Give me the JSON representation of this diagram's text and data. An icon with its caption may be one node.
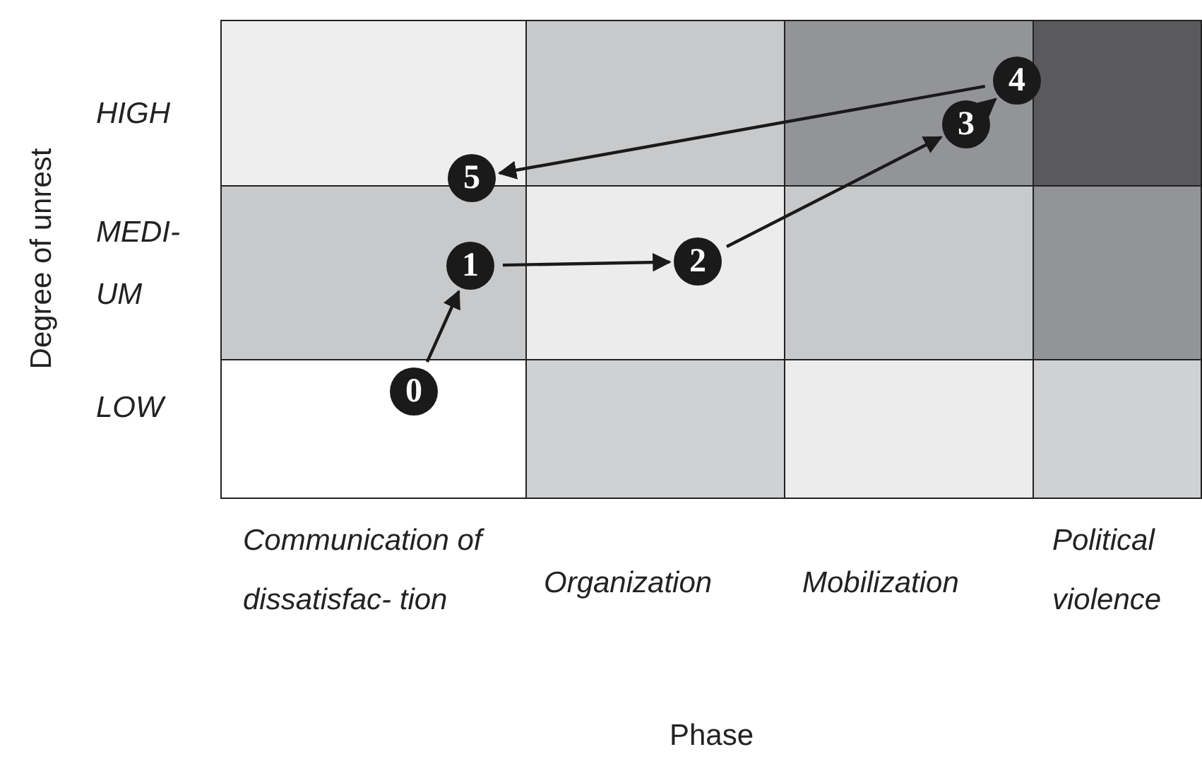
{
  "diagram": {
    "nodes": [
      {
        "text": [
          "0"
        ]
      },
      {
        "text": [
          "1"
        ]
      },
      {
        "text": [
          "2"
        ]
      },
      {
        "text": [
          "3"
        ]
      },
      {
        "text": [
          "4"
        ]
      },
      {
        "text": [
          "5"
        ]
      }
    ],
    "edges": [
      {
        "from": 0,
        "to": 1,
        "arrow": "to"
      },
      {
        "from": 1,
        "to": 2,
        "arrow": "to"
      },
      {
        "from": 2,
        "to": 3,
        "arrow": "to"
      },
      {
        "from": 3,
        "to": 4,
        "arrow": "to"
      },
      {
        "from": 4,
        "to": 5,
        "arrow": "to"
      }
    ],
    "labels": [
      "HIGH",
      "MEDI- UM",
      "LOW",
      "Communication of dissatisfac- tion",
      "Organization",
      "Mobilization",
      "Political violence",
      "Degree of unrest",
      "Phase"
    ]
  }
}
